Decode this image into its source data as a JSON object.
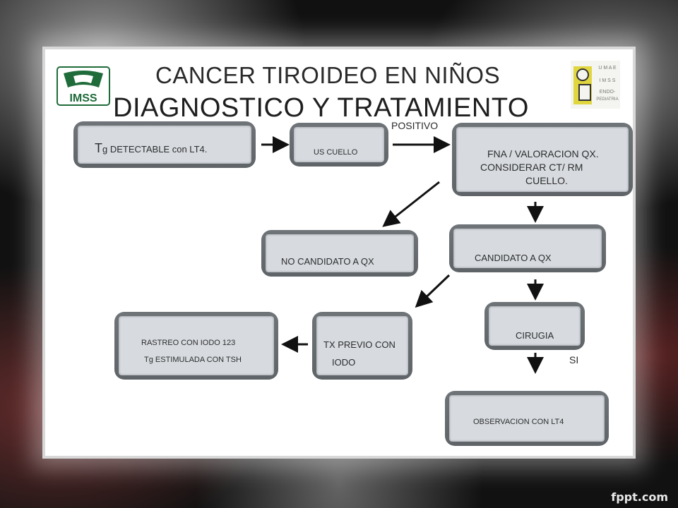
{
  "title": {
    "line1": "CANCER TIROIDEO EN NIÑOS",
    "line2": "DIAGNOSTICO Y TRATAMIENTO"
  },
  "logos": {
    "left": "IMSS",
    "right_lines": [
      "U M A E",
      "I M S S",
      "ENDO-",
      "PEDIATRIA"
    ]
  },
  "nodes": {
    "tg_big": "T",
    "tg_rest": "g DETECTABLE con LT4.",
    "us": "US CUELLO",
    "fna_1": "FNA / VALORACION QX.",
    "fna_2": "CONSIDERAR CT/ RM",
    "fna_3": "CUELLO.",
    "no_candidato": "NO CANDIDATO A QX",
    "candidato": "CANDIDATO A QX",
    "cirugia": "CIRUGIA",
    "tx_1": "TX PREVIO CON",
    "tx_2": "IODO",
    "rastreo_1": "RASTREO CON IODO 123",
    "rastreo_2": "Tg ESTIMULADA CON TSH",
    "observacion": "OBSERVACION CON LT4"
  },
  "edge_labels": {
    "positivo": "POSITIVO",
    "si": "SI"
  },
  "watermark": "fppt.com"
}
